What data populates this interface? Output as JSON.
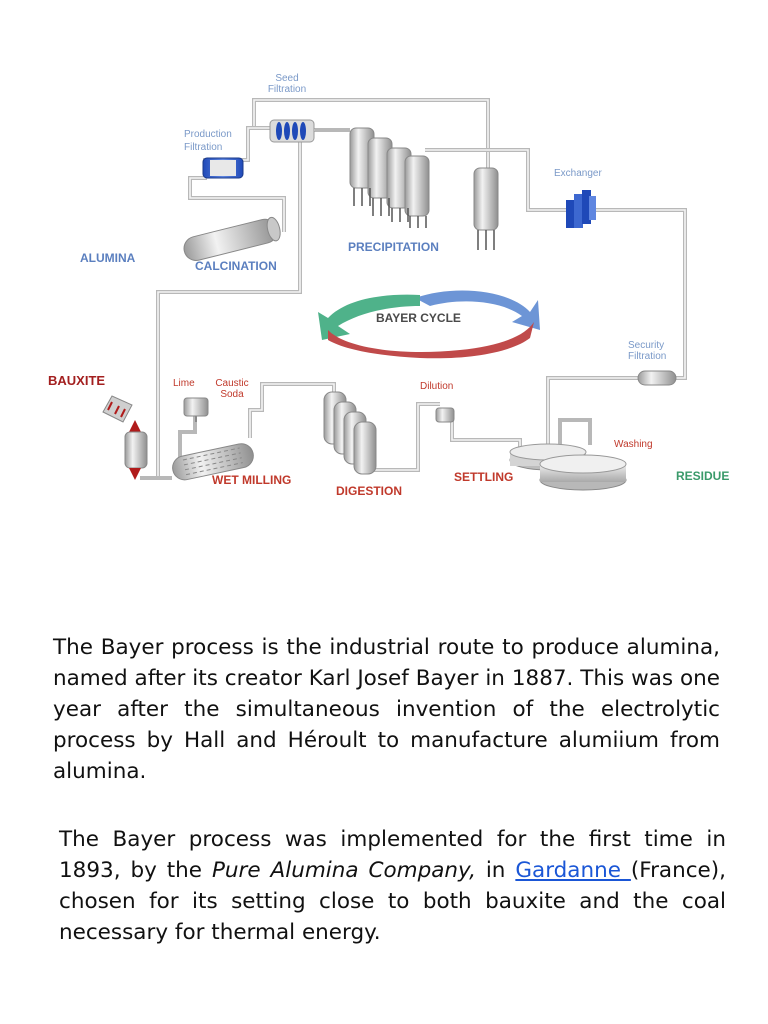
{
  "diagram": {
    "labels": {
      "seed_filtration_1": "Seed",
      "seed_filtration_2": "Filtration",
      "production_filtration_1": "Production",
      "production_filtration_2": "Filtration",
      "exchanger": "Exchanger",
      "alumina": "ALUMINA",
      "calcination": "CALCINATION",
      "precipitation": "PRECIPITATION",
      "bayer_cycle": "BAYER CYCLE",
      "security_filtration_1": "Security",
      "security_filtration_2": "Filtration",
      "bauxite": "BAUXITE",
      "lime": "Lime",
      "caustic_soda_1": "Caustic",
      "caustic_soda_2": "Soda",
      "dilution": "Dilution",
      "washing": "Washing",
      "wet_milling": "WET MILLING",
      "digestion": "DIGESTION",
      "settling": "SETTLING",
      "residue": "RESIDUE"
    },
    "colors": {
      "blue_label": "#5b7fbf",
      "red_label": "#c0392b",
      "green_label": "#3a9a6a",
      "cycle_blue": "#6d95d6",
      "cycle_green": "#4fb28a",
      "cycle_red": "#c04a4a"
    }
  },
  "text": {
    "paragraph1": "The Bayer process is the industrial route to produce alumina,  named after its creator Karl Josef Bayer in 1887. This was one year after the simultaneous invention of the electrolytic process by Hall and Héroult to manufacture alumiium from alumina.",
    "paragraph2_a": "The Bayer process was implemented for the first time in 1893, by the ",
    "paragraph2_italic": "Pure Alumina Company,",
    "paragraph2_b": " in ",
    "paragraph2_link": "Gardanne ",
    "paragraph2_c": "(France), chosen for its setting close to both bauxite and the coal necessary for thermal energy."
  }
}
